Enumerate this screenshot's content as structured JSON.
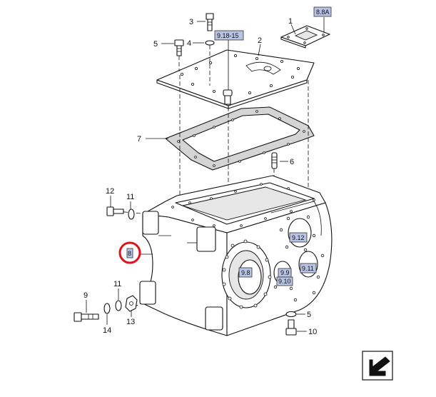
{
  "diagram": {
    "part_numbers": {
      "p1": "1",
      "p2": "2",
      "p3": "3",
      "p4": "4",
      "p5": "5",
      "p6": "6",
      "p7": "7",
      "p9": "9",
      "p10": "10",
      "p11a": "11",
      "p11b": "11",
      "p12": "12",
      "p13": "13",
      "p14": "14",
      "p5b": "5"
    },
    "references": {
      "r88a": "8.8A",
      "r918": "9.18-15",
      "r912": "9.12",
      "r98": "9.8",
      "r99": "9.9",
      "r910": "9.10",
      "r911": "9.11",
      "r8": "8"
    },
    "highlight_color": "#d9141c",
    "reference_fill": "#b9c3e4"
  }
}
